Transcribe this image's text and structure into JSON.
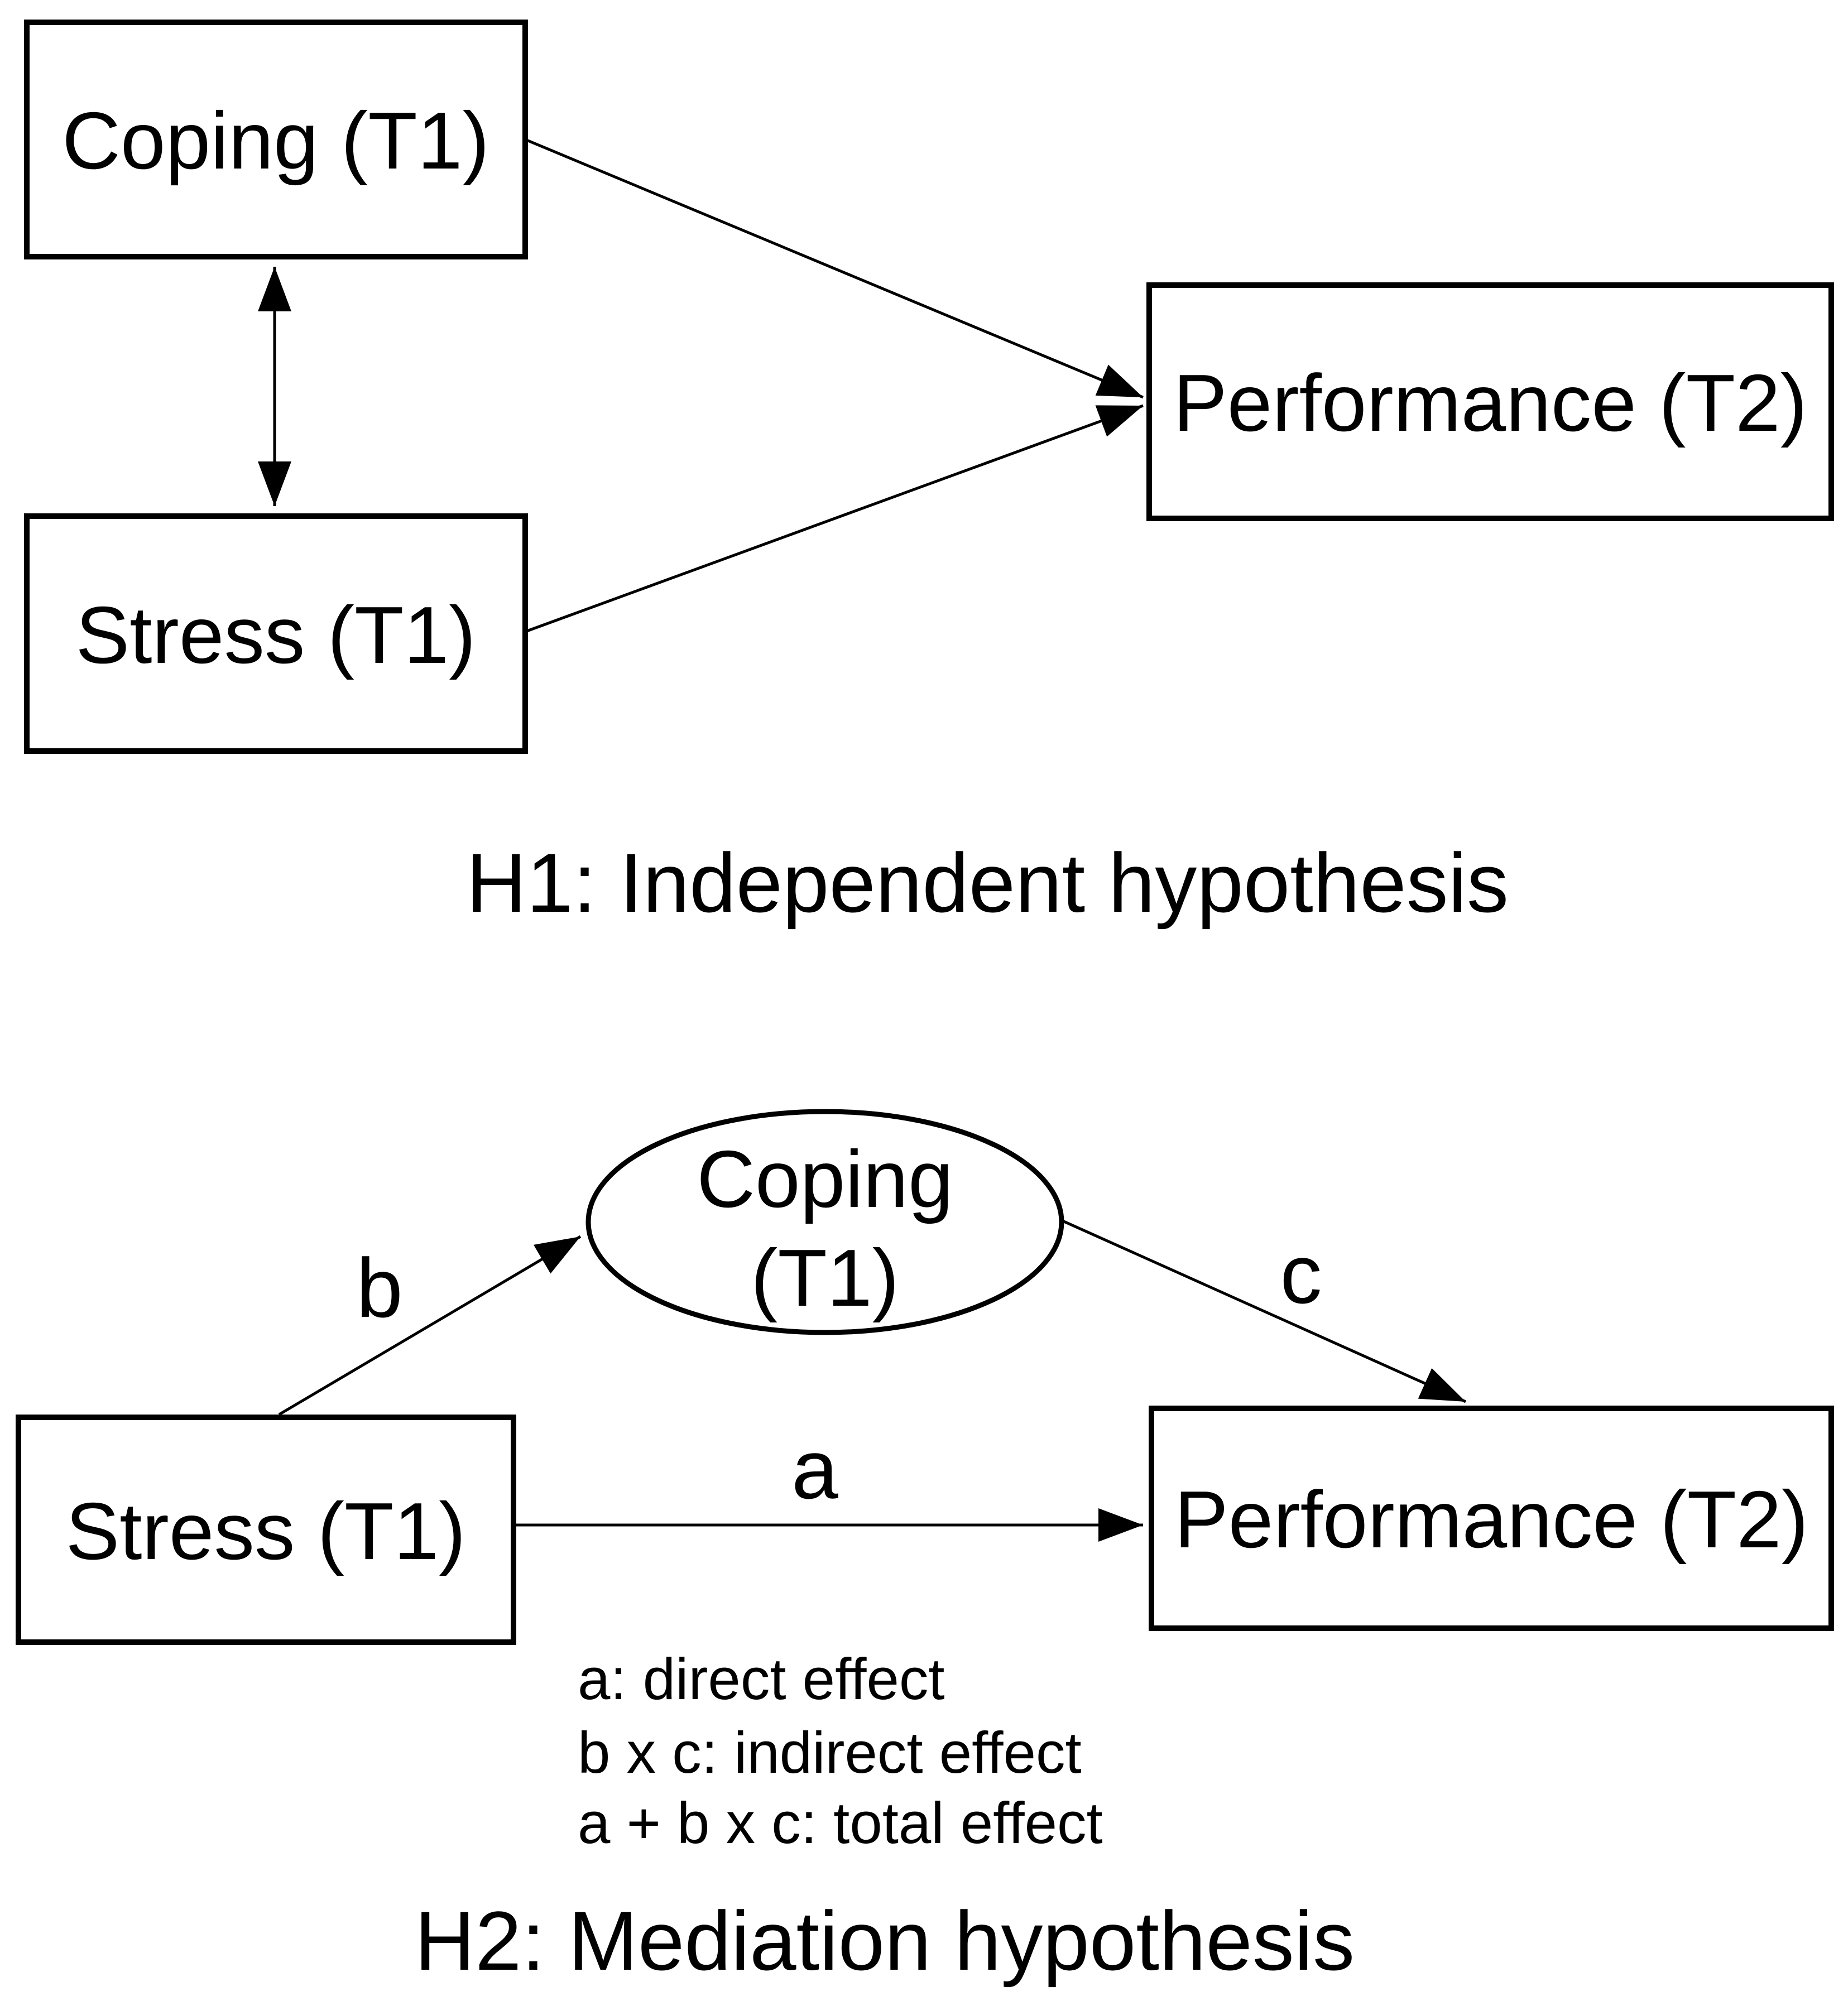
{
  "colors": {
    "stroke": "#000000",
    "background": "#ffffff"
  },
  "h1": {
    "caption": "H1: Independent hypothesis",
    "coping_box_label": "Coping (T1)",
    "stress_box_label": "Stress (T1)",
    "performance_box_label": "Performance (T2)"
  },
  "h2": {
    "caption": "H2: Mediation hypothesis",
    "mediator_label_line1": "Coping",
    "mediator_label_line2": "(T1)",
    "stress_box_label": "Stress (T1)",
    "performance_box_label": "Performance (T2)",
    "path_a_label": "a",
    "path_b_label": "b",
    "path_c_label": "c",
    "effects": [
      "a: direct effect",
      "b x c: indirect effect",
      "a + b x c: total effect"
    ]
  }
}
